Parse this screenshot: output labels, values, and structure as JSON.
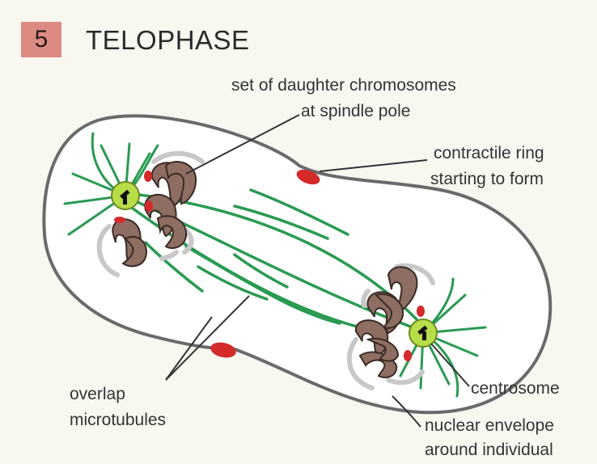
{
  "header": {
    "stage_number": "5",
    "title": "TELOPHASE"
  },
  "labels": {
    "daughter_chromosomes_line1": "set of daughter chromosomes",
    "daughter_chromosomes_line2": "at spindle pole",
    "contractile_ring_line1": "contractile ring",
    "contractile_ring_line2": "starting to form",
    "centrosome": "centrosome",
    "overlap_line1": "overlap",
    "overlap_line2": "microtubules",
    "nuclear_envelope_line1": "nuclear envelope",
    "nuclear_envelope_line2": "around individual"
  },
  "colors": {
    "stage_badge": "#dc8b83",
    "microtubule": "#2a9a52",
    "chromosome": "#8e6e62",
    "centrosome": "#b7dd49",
    "contractile_ring": "#d42a2a",
    "cell_membrane": "#6a6a6a",
    "nuclear_envelope": "#c8c8c8"
  }
}
